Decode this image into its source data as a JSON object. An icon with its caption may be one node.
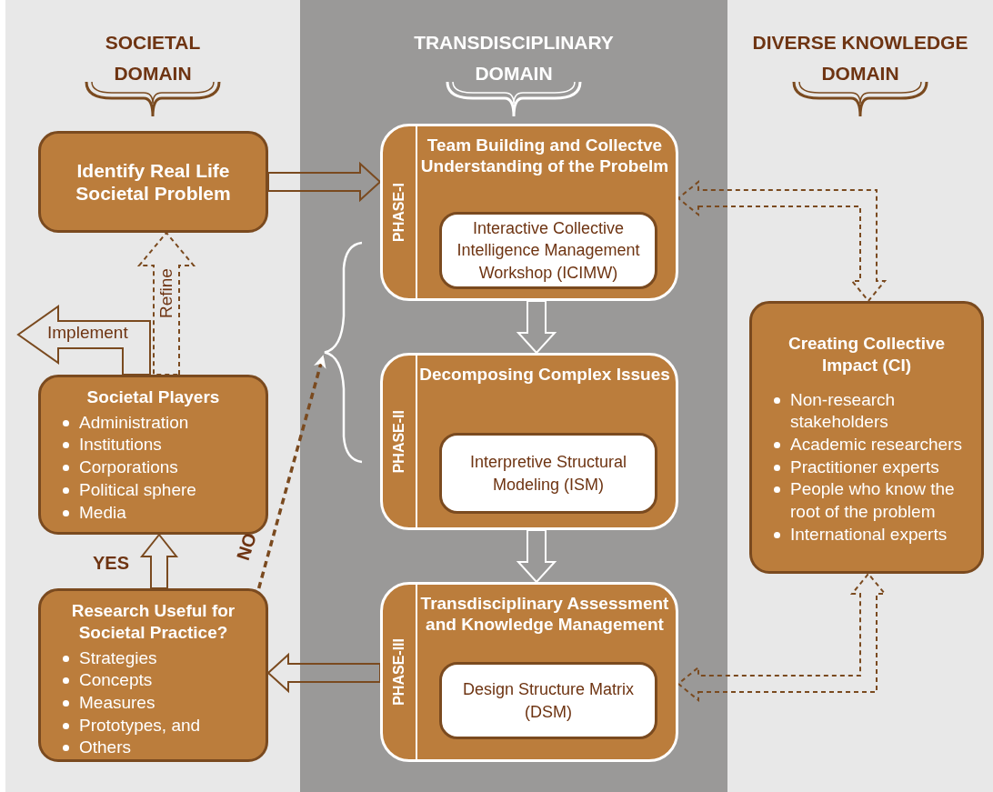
{
  "diagram": {
    "nodes": [
      {
        "text": [
          "SOCIETAL DOMAIN"
        ]
      },
      {
        "text": [
          "Identify Real Life Societal Problem"
        ],
        "in": 0
      },
      {
        "text": [
          "Societal Players",
          "Administration",
          "Institutions",
          "Corporations",
          "Political sphere",
          "Media"
        ],
        "in": 0
      },
      {
        "text": [
          "Research Useful for Societal Practice?",
          "Strategies",
          "Concepts",
          "Measures",
          "Prototypes, and",
          "Others"
        ],
        "in": 0
      },
      {
        "text": [
          "TRANSDISCIPLINARY DOMAIN"
        ]
      },
      {
        "text": [
          "PHASE-I",
          "Team Building and Collectve Understanding of the Probelm"
        ],
        "in": 4
      },
      {
        "text": [
          "Interactive Collective Intelligence Management Workshop (ICIMW)"
        ],
        "in": 5
      },
      {
        "text": [
          "PHASE-II",
          "Decomposing Complex Issues"
        ],
        "in": 4
      },
      {
        "text": [
          "Interpretive Structural Modeling (ISM)"
        ],
        "in": 7
      },
      {
        "text": [
          "PHASE-III",
          "Transdisciplinary Assessment and Knowledge Management"
        ],
        "in": 4
      },
      {
        "text": [
          "Design Structure Matrix (DSM)"
        ],
        "in": 9
      },
      {
        "text": [],
        "shape": "brace",
        "in": 4
      },
      {
        "text": [
          "DIVERSE KNOWLEDGE DOMAIN"
        ]
      },
      {
        "text": [
          "Creating Collective Impact (CI)",
          "Non-research stakeholders",
          "Academic researchers",
          "Practitioner experts",
          "People who know the root of the problem",
          "International experts"
        ],
        "in": 12
      }
    ],
    "edges": [
      {
        "from": 1,
        "to": 5,
        "arrow": "to"
      },
      {
        "from": 5,
        "to": 7,
        "arrow": "to"
      },
      {
        "from": 7,
        "to": 9,
        "arrow": "to"
      },
      {
        "from": 9,
        "to": 3,
        "arrow": "to"
      },
      {
        "from": 3,
        "to": 2,
        "arrow": "to",
        "label": "YES"
      },
      {
        "from": 3,
        "to": 11,
        "arrow": "to",
        "label": "NO",
        "style": "dashed"
      },
      {
        "from": 2,
        "to": 1,
        "arrow": "to",
        "label": "Refine",
        "style": "dashed"
      },
      {
        "from": 2,
        "to": null,
        "arrow": "to",
        "label": "Implement"
      },
      {
        "from": 5,
        "to": 13,
        "arrow": "both",
        "style": "dashed"
      },
      {
        "from": 9,
        "to": 13,
        "arrow": "both",
        "style": "dashed"
      }
    ]
  }
}
